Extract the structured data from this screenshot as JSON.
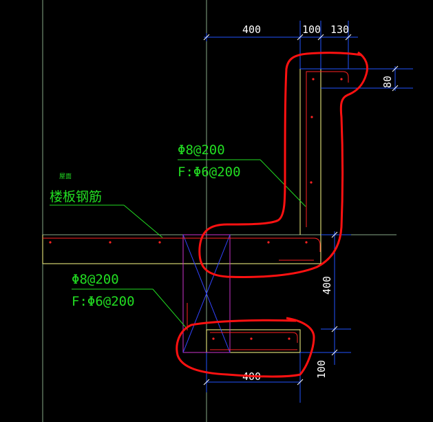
{
  "dimensions": {
    "top_400": "400",
    "top_100": "100",
    "top_130": "130",
    "right_80": "80",
    "right_400": "400",
    "right_100": "100",
    "bottom_400": "400"
  },
  "annotations": {
    "upper_main": "Φ8@200",
    "upper_dist": "F:Φ6@200",
    "lower_main": "Φ8@200",
    "lower_dist": "F:Φ6@200",
    "roof_label": "屋面",
    "slab_rebar_label": "楼板钢筋"
  },
  "colors": {
    "background": "#000000",
    "dimension": "#2255ff",
    "rebar": "#ff2222",
    "concrete": "#ffff88",
    "beam": "#cc33cc",
    "annotation": "#22dd22",
    "markup": "#ff1111",
    "guide": "#88aa88"
  }
}
